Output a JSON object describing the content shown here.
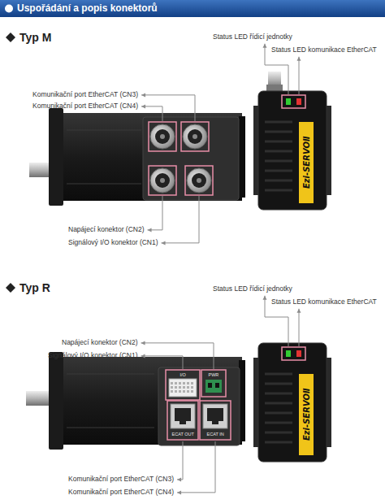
{
  "diagram": {
    "title": "Uspořádání a popis konektorů",
    "labels": [
      "Typ M",
      "Status LED řídicí jednotky",
      "Status LED komunikace EtherCAT",
      "Komunikační port EtherCAT (CN3)",
      "Komunikační port EtherCAT (CN4)",
      "Napájecí konektor (CN2)",
      "Signálový I/O konektor (CN1)",
      "Ezi-SERVOⅡ",
      "Typ R",
      "Status LED řídicí jednotky",
      "Status LED komunikace EtherCAT",
      "Napájecí konektor (CN2)",
      "Signálový I/O konektor (CN1)",
      "I/O",
      "PWR",
      "ECAT OUT",
      "ECAT IN",
      "Komunikační port EtherCAT (CN3)",
      "Komunikační port EtherCAT (CN4)",
      "Ezi-SERVOⅡ"
    ]
  }
}
